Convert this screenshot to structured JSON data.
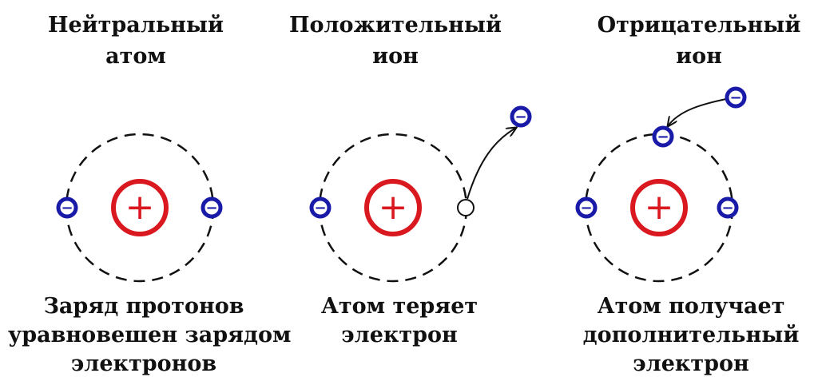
{
  "panels": [
    {
      "title_lines": [
        "Нейтральный",
        "атом"
      ],
      "caption_lines": [
        "Заряд протонов",
        "уравновешен зарядом",
        "электронов"
      ]
    },
    {
      "title_lines": [
        "Положительный",
        "ион"
      ],
      "caption_lines": [
        "Атом теряет",
        "электрон"
      ]
    },
    {
      "title_lines": [
        "Отрицательный",
        "ион"
      ],
      "caption_lines": [
        "Атом получает",
        "дополнительный",
        "электрон"
      ]
    }
  ],
  "symbols": {
    "proton": "+",
    "electron": "−"
  },
  "colors": {
    "proton": "#d9181f",
    "electron": "#1a1aa8",
    "orbit": "#111111"
  }
}
